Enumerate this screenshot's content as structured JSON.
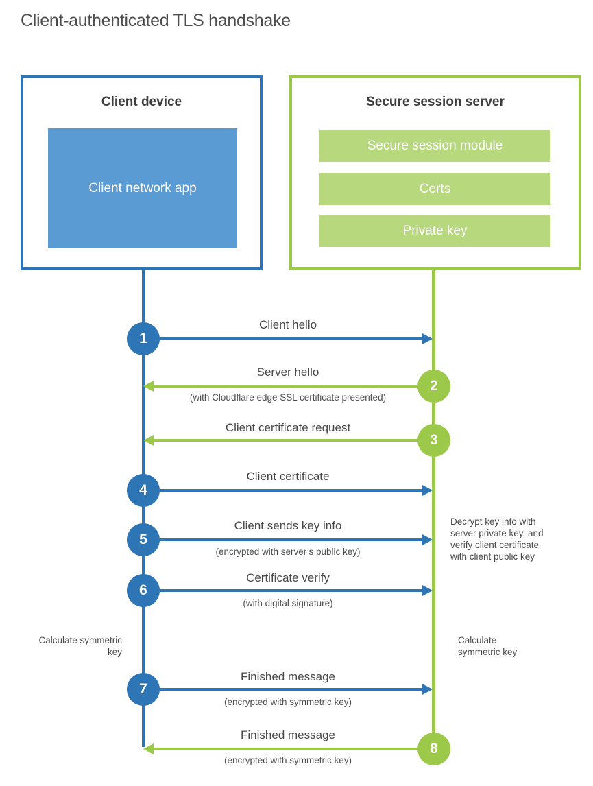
{
  "title": "Client-authenticated TLS handshake",
  "client_box": {
    "title": "Client device",
    "app_label": "Client network app"
  },
  "server_box": {
    "title": "Secure session server",
    "modules": [
      "Secure session module",
      "Certs",
      "Private key"
    ]
  },
  "steps": [
    {
      "num": "1",
      "direction": "client-to-server",
      "label": "Client hello",
      "sub": ""
    },
    {
      "num": "2",
      "direction": "server-to-client",
      "label": "Server hello",
      "sub": "(with Cloudflare edge SSL certificate presented)"
    },
    {
      "num": "3",
      "direction": "server-to-client",
      "label": "Client certificate request",
      "sub": ""
    },
    {
      "num": "4",
      "direction": "client-to-server",
      "label": "Client certificate",
      "sub": ""
    },
    {
      "num": "5",
      "direction": "client-to-server",
      "label": "Client sends key info",
      "sub": "(encrypted with server’s public key)"
    },
    {
      "num": "6",
      "direction": "client-to-server",
      "label": "Certificate verify",
      "sub": "(with digital signature)"
    },
    {
      "num": "7",
      "direction": "client-to-server",
      "label": "Finished message",
      "sub": "(encrypted with symmetric key)"
    },
    {
      "num": "8",
      "direction": "server-to-client",
      "label": "Finished message",
      "sub": "(encrypted with symmetric key)"
    }
  ],
  "annotations": {
    "decrypt_lines": [
      "Decrypt key info with",
      "server private key, and",
      "verify client certificate",
      "with client public key"
    ],
    "calc_symmetric_left": "Calculate symmetric key",
    "calc_symmetric_right": "Calculate symmetric key"
  },
  "colors": {
    "blue": "#2e75b6",
    "blue_light": "#5b9bd3",
    "green": "#9dc94b",
    "green_light": "#b7d87d",
    "text_dark": "#3d3d3d",
    "text_label": "#484848"
  }
}
